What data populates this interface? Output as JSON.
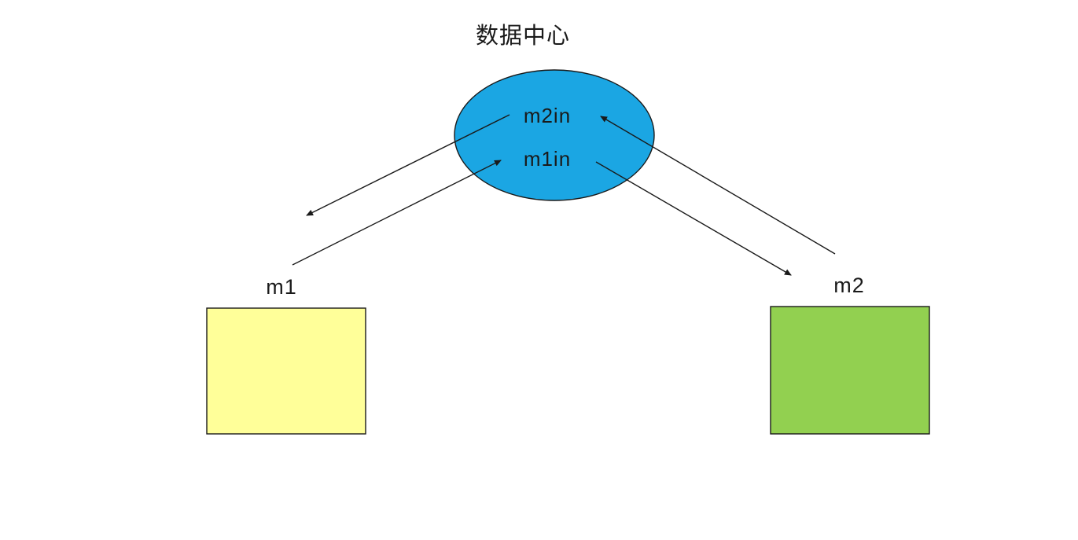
{
  "diagram": {
    "title": "数据中心",
    "hub": {
      "name": "数据中心",
      "fill": "#1ba6e3",
      "inputs": {
        "from_m2_label": "m2in",
        "from_m1_label": "m1in"
      }
    },
    "nodes": [
      {
        "id": "m1",
        "label": "m1",
        "fill": "#ffff99"
      },
      {
        "id": "m2",
        "label": "m2",
        "fill": "#92d050"
      }
    ],
    "edges": [
      {
        "from": "hub",
        "to": "m1",
        "direction": "outbound"
      },
      {
        "from": "m1",
        "to": "hub",
        "direction": "inbound",
        "target_port": "m1in"
      },
      {
        "from": "m2",
        "to": "hub",
        "direction": "inbound",
        "target_port": "m2in"
      },
      {
        "from": "hub",
        "to": "m2",
        "direction": "outbound"
      }
    ],
    "colors": {
      "stroke": "#1a1a1a",
      "text": "#1a1a1a",
      "background": "#ffffff"
    }
  }
}
